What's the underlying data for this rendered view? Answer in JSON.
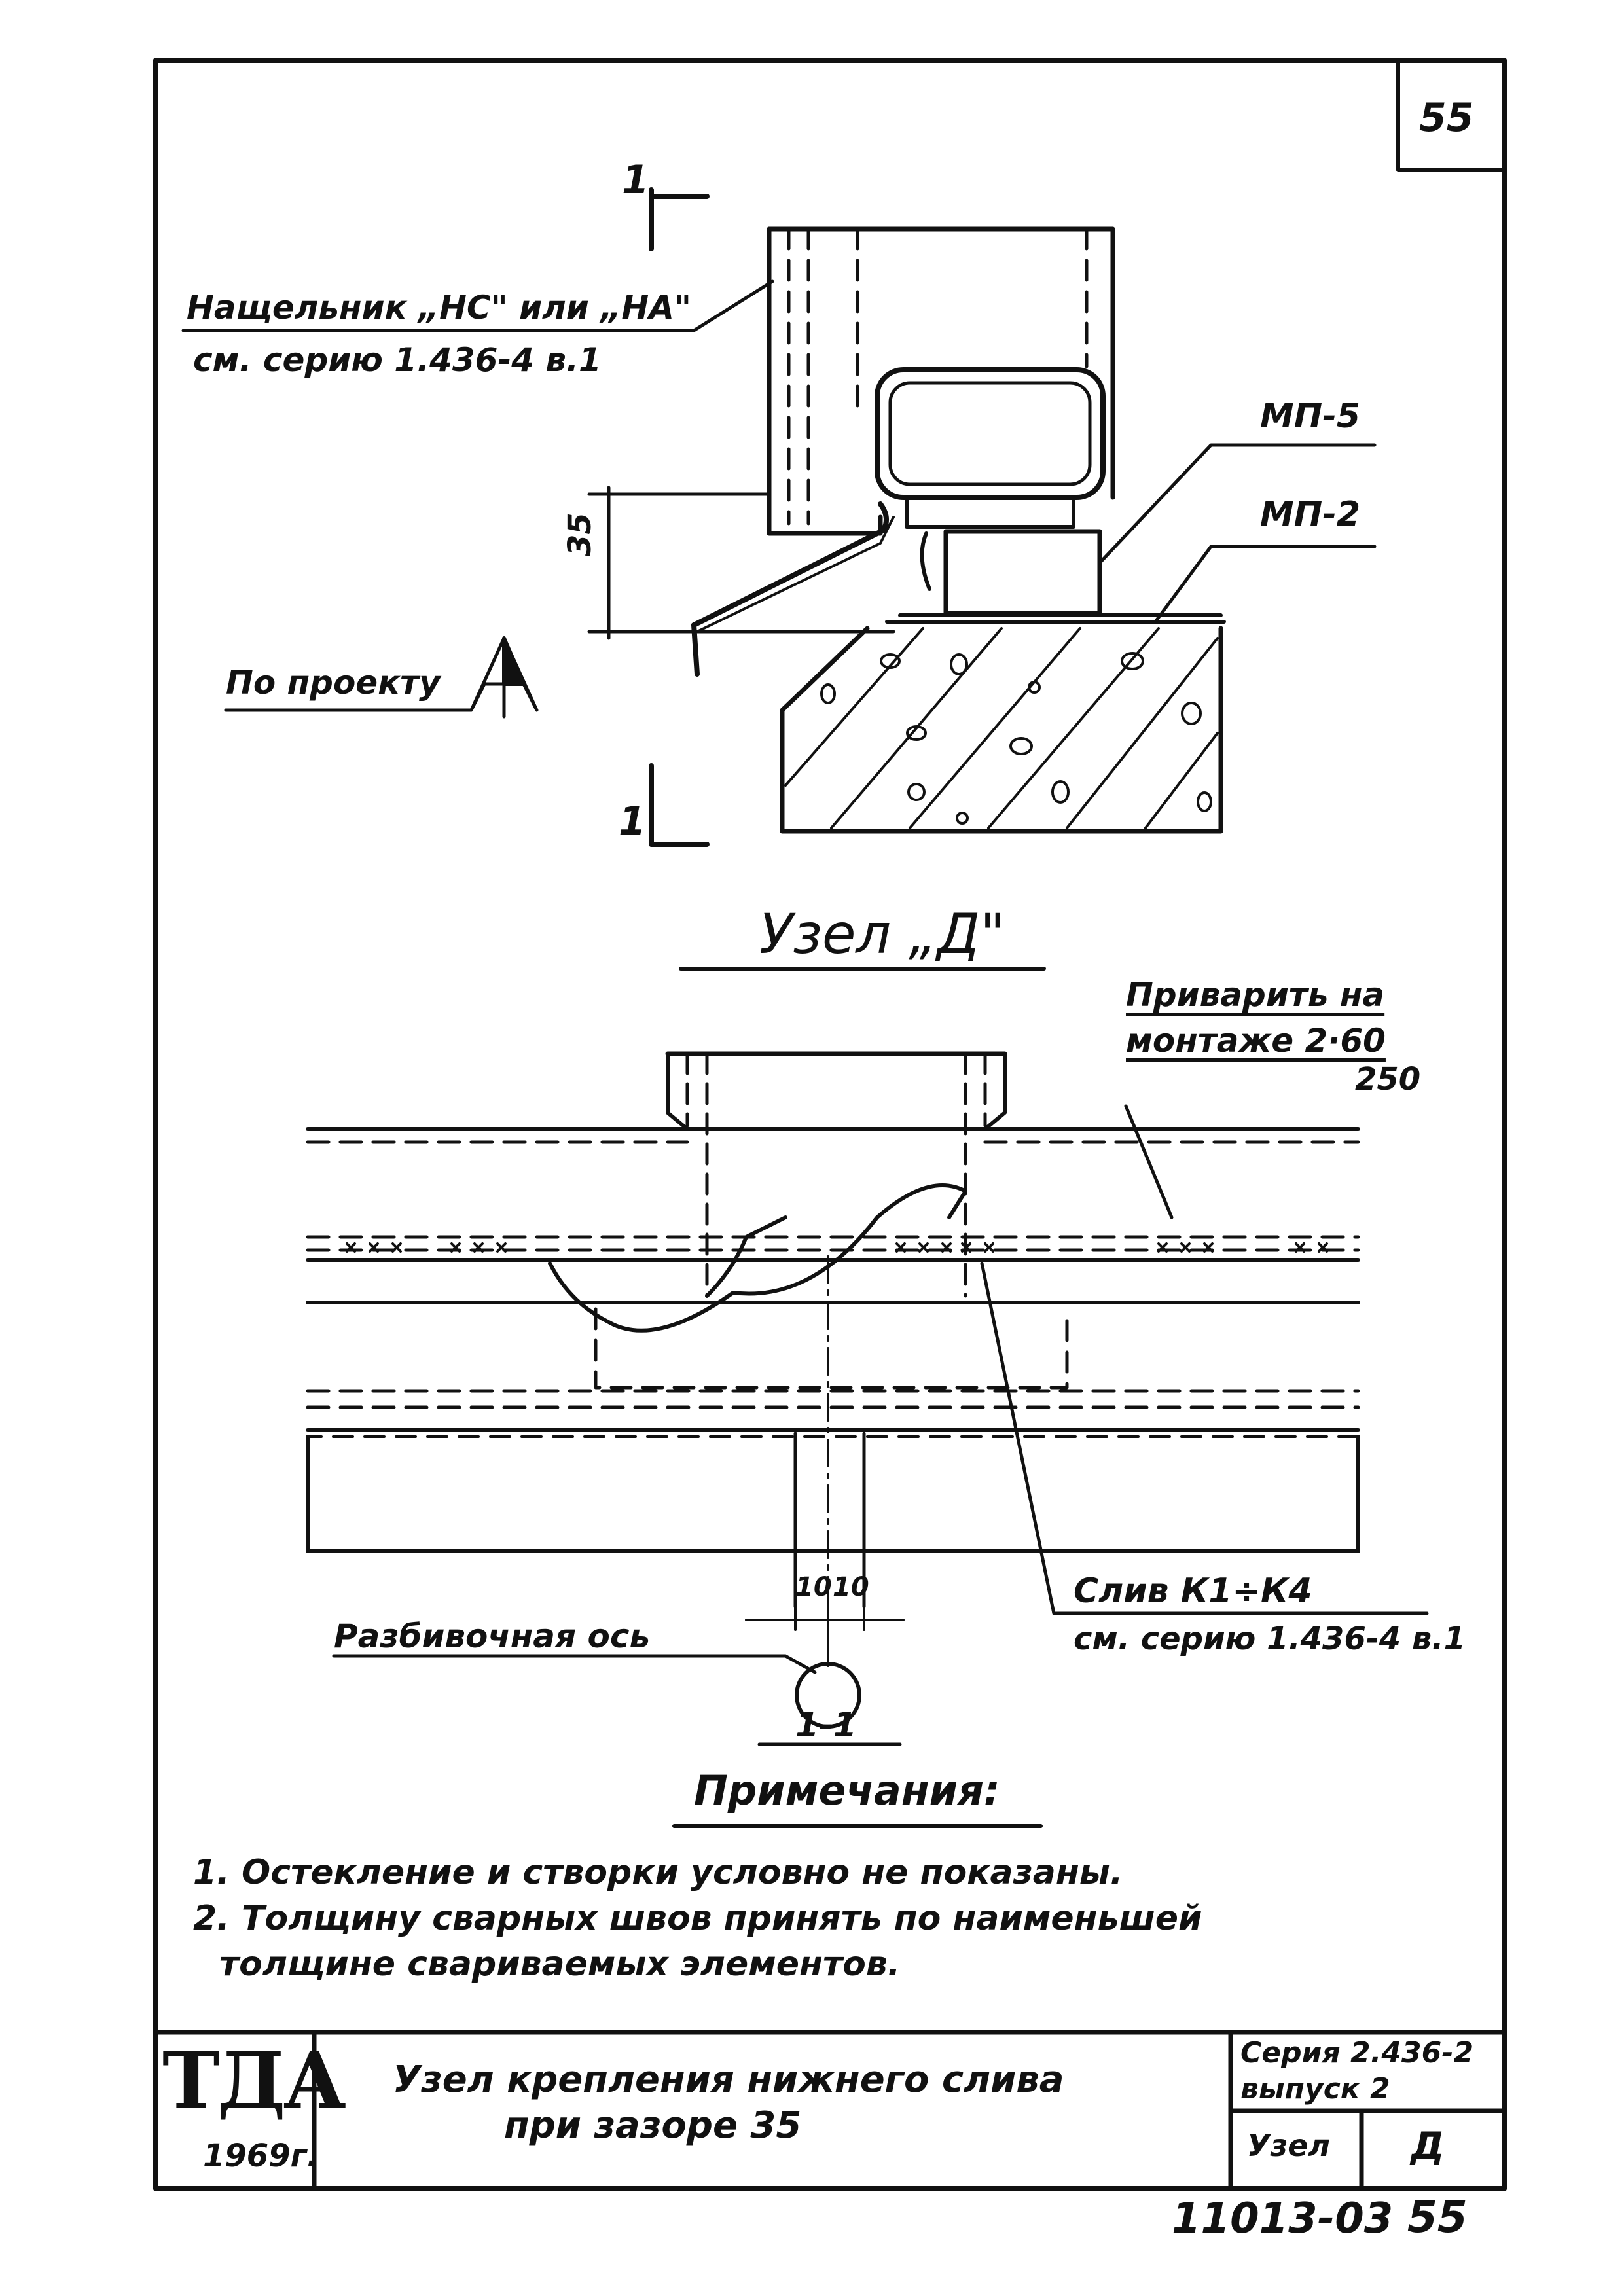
{
  "sheet": {
    "page_number": "55",
    "doc_number": "11013-03",
    "doc_page": "55"
  },
  "section": {
    "cut_label_top": "1",
    "cut_label_bottom": "1"
  },
  "labels": {
    "nashchelnik_line1": "Нащельник „НС\" или „НА\"",
    "nashchelnik_line2": "см. серию 1.436-4 в.1",
    "mp5": "МП-5",
    "mp2": "МП-2",
    "dim_35": "35",
    "po_proektu": "По проекту",
    "node_title": "Узел „Д\"",
    "privarit_line1": "Приварить на",
    "privarit_line2": "монтаже 2·60",
    "privarit_line3": "250",
    "sliv_line1": "Слив К1÷К4",
    "sliv_line2": "см. серию 1.436-4 в.1",
    "razbivochnaya_os": "Разбивочная ось",
    "dim_10_left": "10",
    "dim_10_right": "10",
    "section_mark": "1-1"
  },
  "notes": {
    "title": "Примечания:",
    "note1": "1. Остекление и створки условно не показаны.",
    "note2_line1": "2. Толщину сварных швов принять по наименьшей",
    "note2_line2": "толщине свариваемых элементов."
  },
  "title_block": {
    "logo": "ТДА",
    "year": "1969г.",
    "title_line1": "Узел крепления нижнего слива",
    "title_line2": "при зазоре 35",
    "series": "Серия 2.436-2",
    "issue": "выпуск 2",
    "node_label": "Узел",
    "node_value": "Д"
  }
}
